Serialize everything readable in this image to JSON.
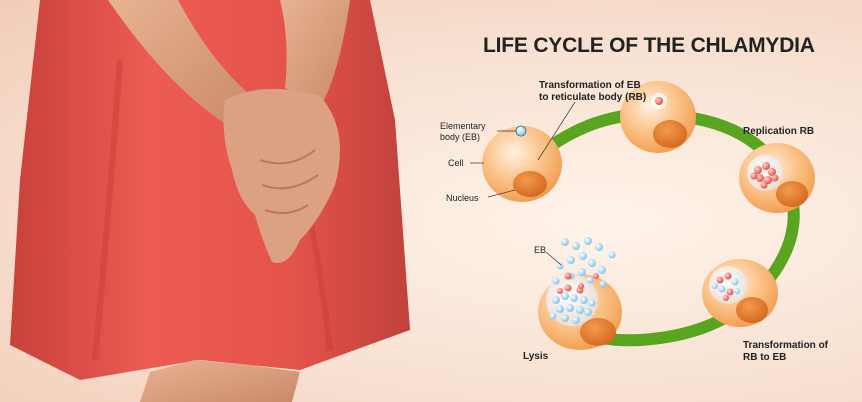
{
  "title": "LIFE CYCLE OF THE CHLAMYDIA",
  "stages": {
    "elementary_body": "Elementary body (EB)",
    "cell": "Cell",
    "nucleus": "Nucleus",
    "transformation_eb_rb": "Transformation of EB to reticulate body (RB)",
    "replication_rb": "Replication RB",
    "transformation_rb_eb": "Transformation of RB to EB",
    "eb": "EB",
    "lysis": "Lysis"
  },
  "colors": {
    "dress": "#e8574f",
    "cycle_arrow": "#5aa51f",
    "cell": "#f8a35a",
    "nucleus": "#e67a2a",
    "eb_particle": "#8ac6ee",
    "rb_particle": "#e8544c"
  }
}
